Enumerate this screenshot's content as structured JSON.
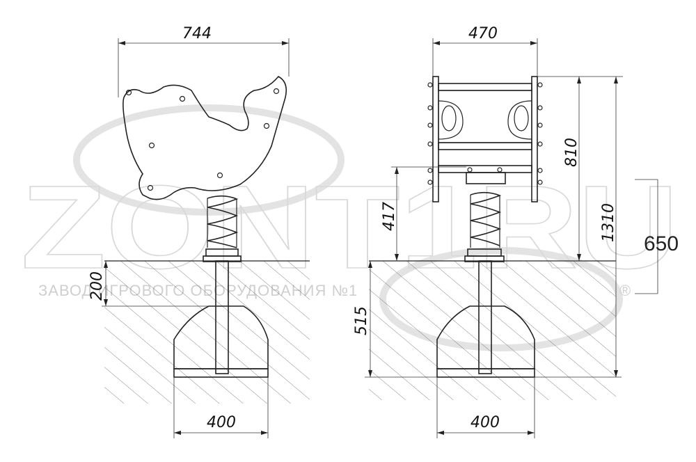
{
  "watermark": {
    "brand": "ZONT1RU",
    "subtitle": "ЗАВОД ИГРОВОГО ОБОРУДОВАНИЯ №1",
    "registered": "®"
  },
  "left_view": {
    "width_label": "744",
    "depth_label": "200",
    "footing_label": "400"
  },
  "right_view": {
    "width_label": "470",
    "height_label": "810",
    "total_height_label": "1310",
    "seat_height_label": "417",
    "underground_label": "515",
    "footing_label": "400"
  },
  "side_note": {
    "value": "650"
  }
}
